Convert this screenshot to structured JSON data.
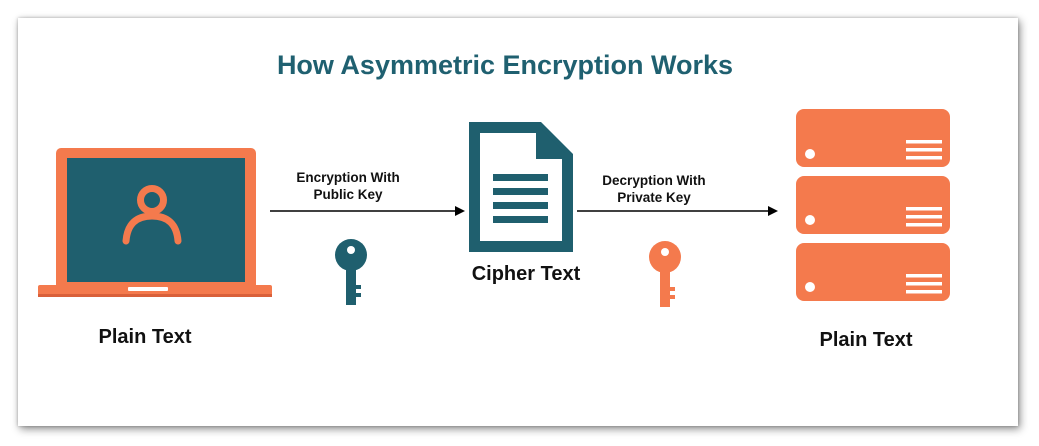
{
  "title": "How Asymmetric Encryption Works",
  "colors": {
    "title": "#1f6070",
    "dark_teal": "#1f5f6e",
    "orange": "#f47a4d",
    "arrow": "#000000"
  },
  "nodes": {
    "sender": {
      "icon": "laptop-user-icon",
      "label": "Plain Text"
    },
    "cipher": {
      "icon": "document-icon",
      "label": "Cipher Text"
    },
    "receiver": {
      "icon": "server-icon",
      "label": "Plain Text"
    }
  },
  "steps": {
    "encrypt": {
      "line1": "Encryption With",
      "line2": "Public Key",
      "icon": "public-key-icon"
    },
    "decrypt": {
      "line1": "Decryption With",
      "line2": "Private Key",
      "icon": "private-key-icon"
    }
  }
}
